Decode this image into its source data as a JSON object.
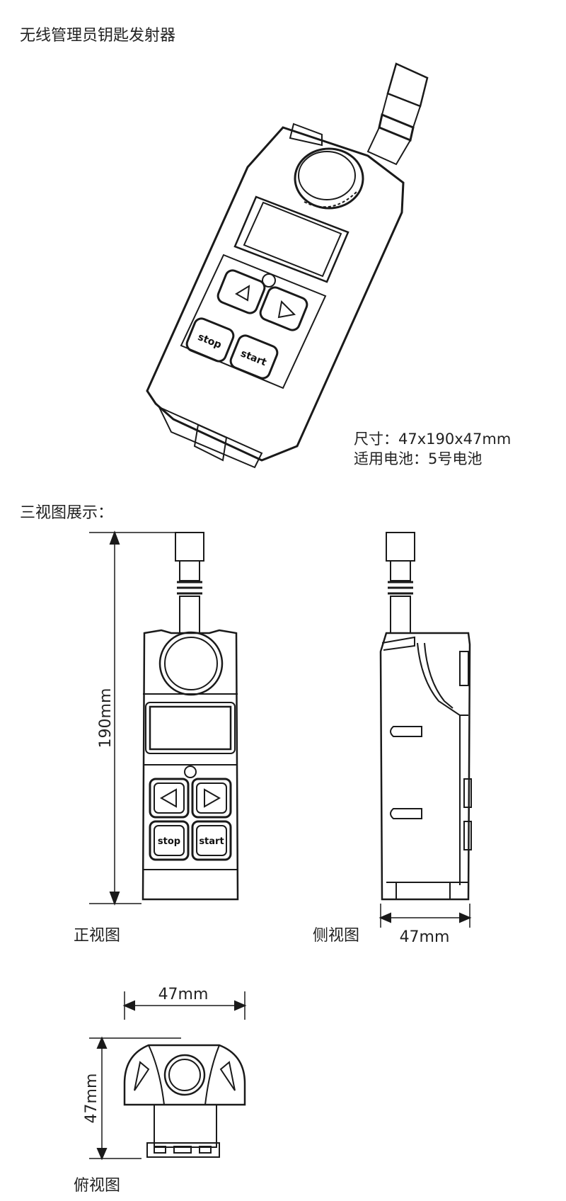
{
  "title": "无线管理员钥匙发射器",
  "specs": {
    "size": "尺寸：47x190x47mm",
    "battery": "适用电池：5号电池"
  },
  "views_heading": "三视图展示：",
  "front_view": {
    "caption": "正视图",
    "dimension": "190mm",
    "buttons": {
      "left": "◁",
      "right": "▷",
      "stop": "stop",
      "start": "start"
    }
  },
  "side_view": {
    "caption": "侧视图",
    "dimension": "47mm"
  },
  "top_view": {
    "caption": "俯视图",
    "width": "47mm",
    "height": "47mm"
  },
  "iso_buttons": {
    "stop": "stop",
    "start": "start"
  }
}
